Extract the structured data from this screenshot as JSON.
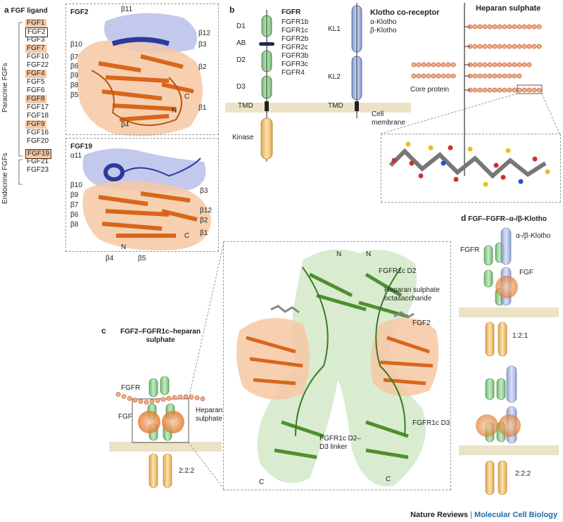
{
  "panel_a": {
    "letter": "a",
    "title": "FGF ligand",
    "group_paracrine": "Paracrine FGFs",
    "group_endocrine": "Endocrine FGFs",
    "fgfs": [
      {
        "label": "FGF1",
        "hl": true,
        "outlined": false
      },
      {
        "label": "FGF2",
        "hl": false,
        "outlined": true
      },
      {
        "label": "FGF3",
        "hl": false,
        "outlined": false
      },
      {
        "label": "FGF7",
        "hl": true,
        "outlined": false
      },
      {
        "label": "FGF10",
        "hl": false,
        "outlined": false
      },
      {
        "label": "FGF22",
        "hl": false,
        "outlined": false
      },
      {
        "label": "FGF4",
        "hl": true,
        "outlined": false
      },
      {
        "label": "FGF5",
        "hl": false,
        "outlined": false
      },
      {
        "label": "FGF6",
        "hl": false,
        "outlined": false
      },
      {
        "label": "FGF8",
        "hl": true,
        "outlined": false
      },
      {
        "label": "FGF17",
        "hl": false,
        "outlined": false
      },
      {
        "label": "FGF18",
        "hl": false,
        "outlined": false
      },
      {
        "label": "FGF9",
        "hl": true,
        "outlined": false
      },
      {
        "label": "FGF16",
        "hl": false,
        "outlined": false
      },
      {
        "label": "FGF20",
        "hl": false,
        "outlined": false
      },
      {
        "label": "FGF19",
        "hl": true,
        "outlined": true
      },
      {
        "label": "FGF21",
        "hl": false,
        "outlined": false
      },
      {
        "label": "FGF23",
        "hl": false,
        "outlined": false
      }
    ],
    "fgf2_structure": {
      "title": "FGF2",
      "labels": [
        "β11",
        "β12",
        "β10",
        "β3",
        "β7",
        "β6",
        "β9",
        "β2",
        "β8",
        "β5",
        "C",
        "N",
        "β1",
        "β4"
      ]
    },
    "fgf19_structure": {
      "title": "FGF19",
      "labels": [
        "α11",
        "β10",
        "β3",
        "β9",
        "β7",
        "β12",
        "β6",
        "β2",
        "β8",
        "β1",
        "N",
        "C",
        "β4",
        "β5"
      ]
    }
  },
  "panel_b": {
    "letter": "b",
    "fgfr_title": "FGFR",
    "fgfr_isoforms": [
      "FGFR1b",
      "FGFR1c",
      "FGFR2b",
      "FGFR2c",
      "FGFR3b",
      "FGFR3c",
      "FGFR4"
    ],
    "fgfr_domains": [
      "D1",
      "AB",
      "D2",
      "D3",
      "TMD",
      "Kinase"
    ],
    "klotho_title": "Klotho co-receptor",
    "klotho_types": [
      "α-Klotho",
      "β-Klotho"
    ],
    "klotho_domains": [
      "KL1",
      "KL2",
      "TMD"
    ],
    "membrane_label": "Cell membrane",
    "hs_title": "Heparan sulphate",
    "core_protein": "Core protein"
  },
  "panel_c": {
    "letter": "c",
    "title": "FGF2–FGFR1c–heparan sulphate",
    "labels": {
      "fgfr": "FGFR",
      "fgf": "FGF",
      "heparan": "Heparan sulphate",
      "ratio": "2:2:2",
      "d2": "FGFR1c D2",
      "hs_octa": "Heparan sulphate octasaccharide",
      "fgf2": "FGF2",
      "d3": "FGFR1c D3",
      "linker": "FGFR1c D2–D3 linker",
      "n": "N",
      "c": "C"
    }
  },
  "panel_d": {
    "letter": "d",
    "title": "FGF–FGFR–α-/β-Klotho",
    "labels": {
      "klotho": "α-/β-Klotho",
      "fgfr": "FGFR",
      "fgf": "FGF",
      "ratio1": "1:2:1",
      "ratio2": "2:2:2"
    }
  },
  "footer": {
    "journal": "Nature Reviews",
    "separator": "|",
    "section": "Molecular Cell Biology"
  },
  "colors": {
    "orange": "#e07a2e",
    "orange_light": "#f6c8a4",
    "blue_dark": "#2b3a9c",
    "blue_light": "#aab0e6",
    "green": "#5aa33c",
    "green_light": "#bfe0b0",
    "receptor_green": "#8fcf8f",
    "klotho_blue": "#9fb0dd",
    "kinase_yellow": "#f2c77a",
    "membrane": "#ece3c6"
  }
}
